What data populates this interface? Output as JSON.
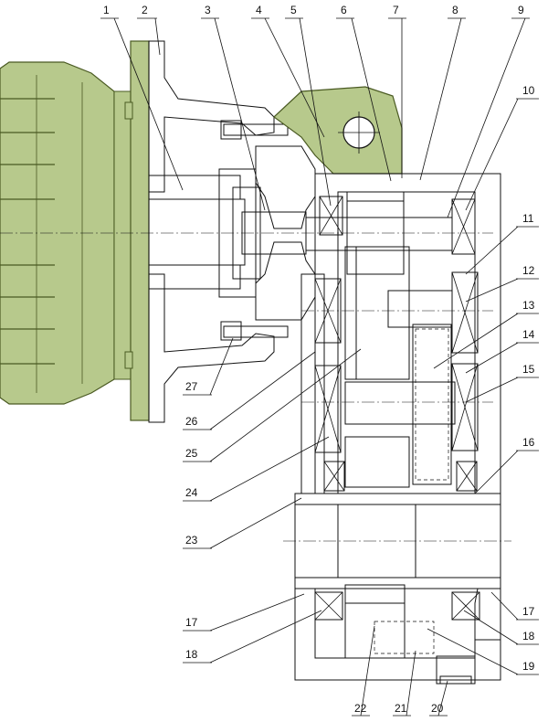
{
  "colors": {
    "motor_fill": "#b7c98c",
    "motor_stroke": "#4a5a22",
    "metal_fill": "#ffffff",
    "hatch": "#111111"
  },
  "callouts": {
    "top": [
      "1",
      "2",
      "3",
      "4",
      "5",
      "6",
      "7",
      "8",
      "9"
    ],
    "right": [
      "10",
      "11",
      "12",
      "13",
      "14",
      "15",
      "16",
      "17",
      "18",
      "19"
    ],
    "bottom": [
      "20",
      "21",
      "22"
    ],
    "left": [
      "17",
      "18",
      "23",
      "24",
      "25",
      "26",
      "27"
    ]
  }
}
